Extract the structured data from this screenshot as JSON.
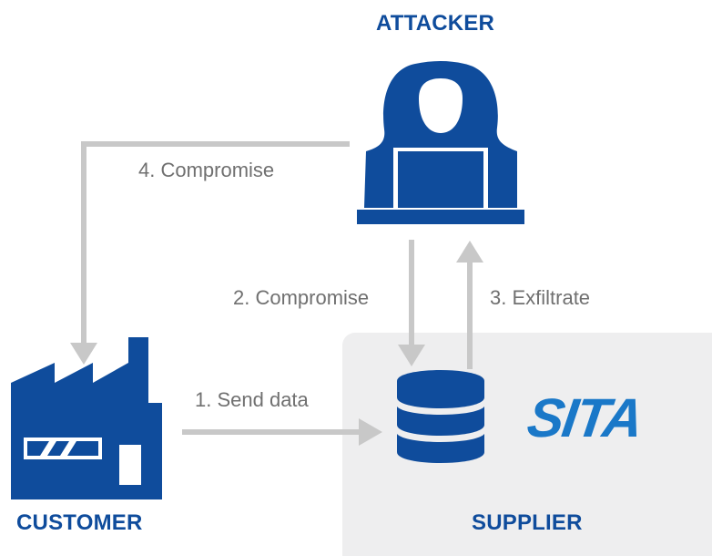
{
  "colors": {
    "brand_blue": "#0f4c9c",
    "arrow_gray": "#c8c8c8",
    "label_gray": "#707070",
    "supplier_box": "#eeeeef",
    "sita_light": "#1c87d6",
    "sita_dark": "#0a4f9c"
  },
  "nodes": {
    "attacker": {
      "label": "ATTACKER",
      "icon": "hooded-hacker-icon"
    },
    "customer": {
      "label": "CUSTOMER",
      "icon": "factory-icon"
    },
    "supplier": {
      "label": "SUPPLIER",
      "icon": "database-icon",
      "logo_text": "SITA"
    }
  },
  "edges": [
    {
      "from": "customer",
      "to": "supplier",
      "label": "1. Send data"
    },
    {
      "from": "attacker",
      "to": "supplier",
      "label": "2. Compromise"
    },
    {
      "from": "supplier",
      "to": "attacker",
      "label": "3. Exfiltrate"
    },
    {
      "from": "attacker",
      "to": "customer",
      "label": "4. Compromise"
    }
  ]
}
